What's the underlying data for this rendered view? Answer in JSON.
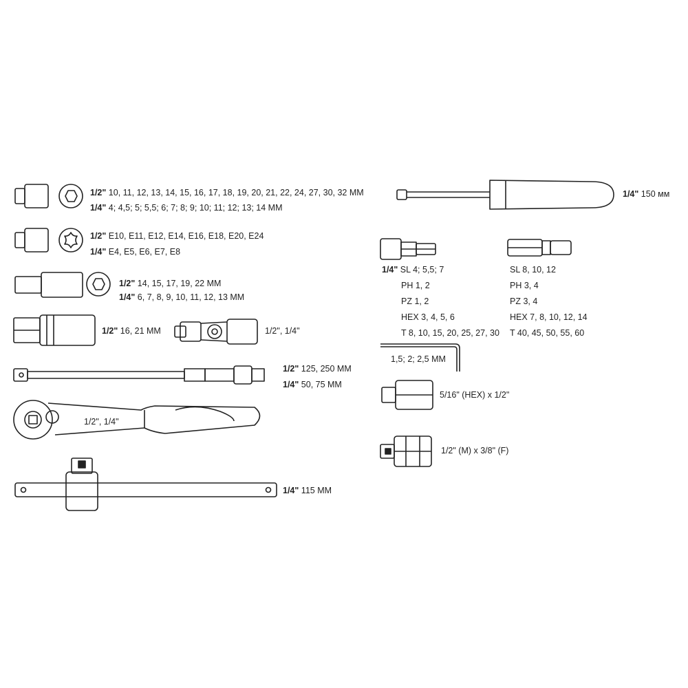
{
  "sockets_hex": {
    "half": {
      "size": "1/2\"",
      "values": "10, 11, 12, 13, 14, 15, 16, 17, 18, 19, 20, 21, 22, 24, 27, 30, 32 MM"
    },
    "quarter": {
      "size": "1/4\"",
      "values": "4; 4,5; 5; 5,5; 6; 7; 8; 9; 10; 11; 12; 13; 14 MM"
    }
  },
  "sockets_torx": {
    "half": {
      "size": "1/2\"",
      "values": "E10, E11, E12, E14, E16, E18, E20, E24"
    },
    "quarter": {
      "size": "1/4\"",
      "values": "E4, E5, E6, E7, E8"
    }
  },
  "sockets_deep": {
    "half": {
      "size": "1/2\"",
      "values": "14, 15, 17, 19, 22 MM"
    },
    "quarter": {
      "size": "1/4\"",
      "values": "6, 7, 8, 9, 10, 11, 12, 13 MM"
    }
  },
  "spark_plug_sockets": {
    "size": "1/2\"",
    "values": "16, 21 MM"
  },
  "universal_joint": {
    "label": "1/2\", 1/4\""
  },
  "extensions": {
    "half": {
      "size": "1/2\"",
      "values": "125, 250 MM"
    },
    "quarter": {
      "size": "1/4\"",
      "values": "50, 75 MM"
    }
  },
  "ratchet": {
    "label": "1/2\", 1/4\""
  },
  "t_bar": {
    "size": "1/4\"",
    "values": "115 MM"
  },
  "screwdriver": {
    "size": "1/4\"",
    "values": "150 мм"
  },
  "bits": {
    "size": "1/4\"",
    "left": [
      "SL 4; 5,5; 7",
      "PH 1, 2",
      "PZ 1, 2",
      "HEX 3, 4, 5, 6",
      "T 8, 10, 15, 20, 25, 27, 30"
    ],
    "right": [
      "SL 8, 10, 12",
      "PH 3, 4",
      "PZ 3, 4",
      "HEX 7, 8, 10, 12, 14",
      "T 40, 45, 50, 55, 60"
    ]
  },
  "hex_keys": {
    "label": "1,5; 2; 2,5 MM"
  },
  "bit_adapter": {
    "label": "5/16\" (HEX) x 1/2\""
  },
  "reducer": {
    "label": "1/2\" (M) x 3/8\" (F)"
  }
}
